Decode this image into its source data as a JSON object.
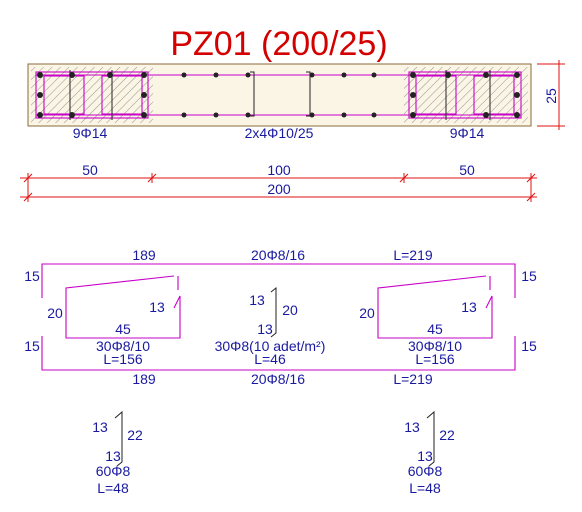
{
  "title": "PZ01 (200/25)",
  "section": {
    "left_bars": "9Φ14",
    "middle_bars": "2x4Φ10/25",
    "right_bars": "9Φ14",
    "depth": "25"
  },
  "dimensions": {
    "left": "50",
    "middle": "100",
    "right": "50",
    "total": "200"
  },
  "long_bar": {
    "top_len": "189",
    "top_spec": "20Φ8/16",
    "top_total": "L=219",
    "left_hook": "15",
    "right_hook": "15",
    "left_hook_bottom": "15",
    "right_hook_bottom": "15",
    "bottom_len": "189",
    "bottom_spec": "20Φ8/16",
    "bottom_total": "L=219"
  },
  "left_stirrup": {
    "height": "20",
    "width": "45",
    "hook": "13",
    "spec": "30Φ8/10",
    "length": "L=156"
  },
  "right_stirrup": {
    "height": "20",
    "width": "45",
    "hook": "13",
    "spec": "30Φ8/10",
    "length": "L=156"
  },
  "tie_middle": {
    "hook_top": "13",
    "height": "20",
    "hook_bottom": "13",
    "spec": "30Φ8(10 adet/m²)",
    "length": "L=46"
  },
  "tie_left": {
    "hook_top": "13",
    "height": "22",
    "hook_bottom": "13",
    "spec": "60Φ8",
    "length": "L=48"
  },
  "tie_right": {
    "hook_top": "13",
    "height": "22",
    "hook_bottom": "13",
    "spec": "60Φ8",
    "length": "L=48"
  }
}
